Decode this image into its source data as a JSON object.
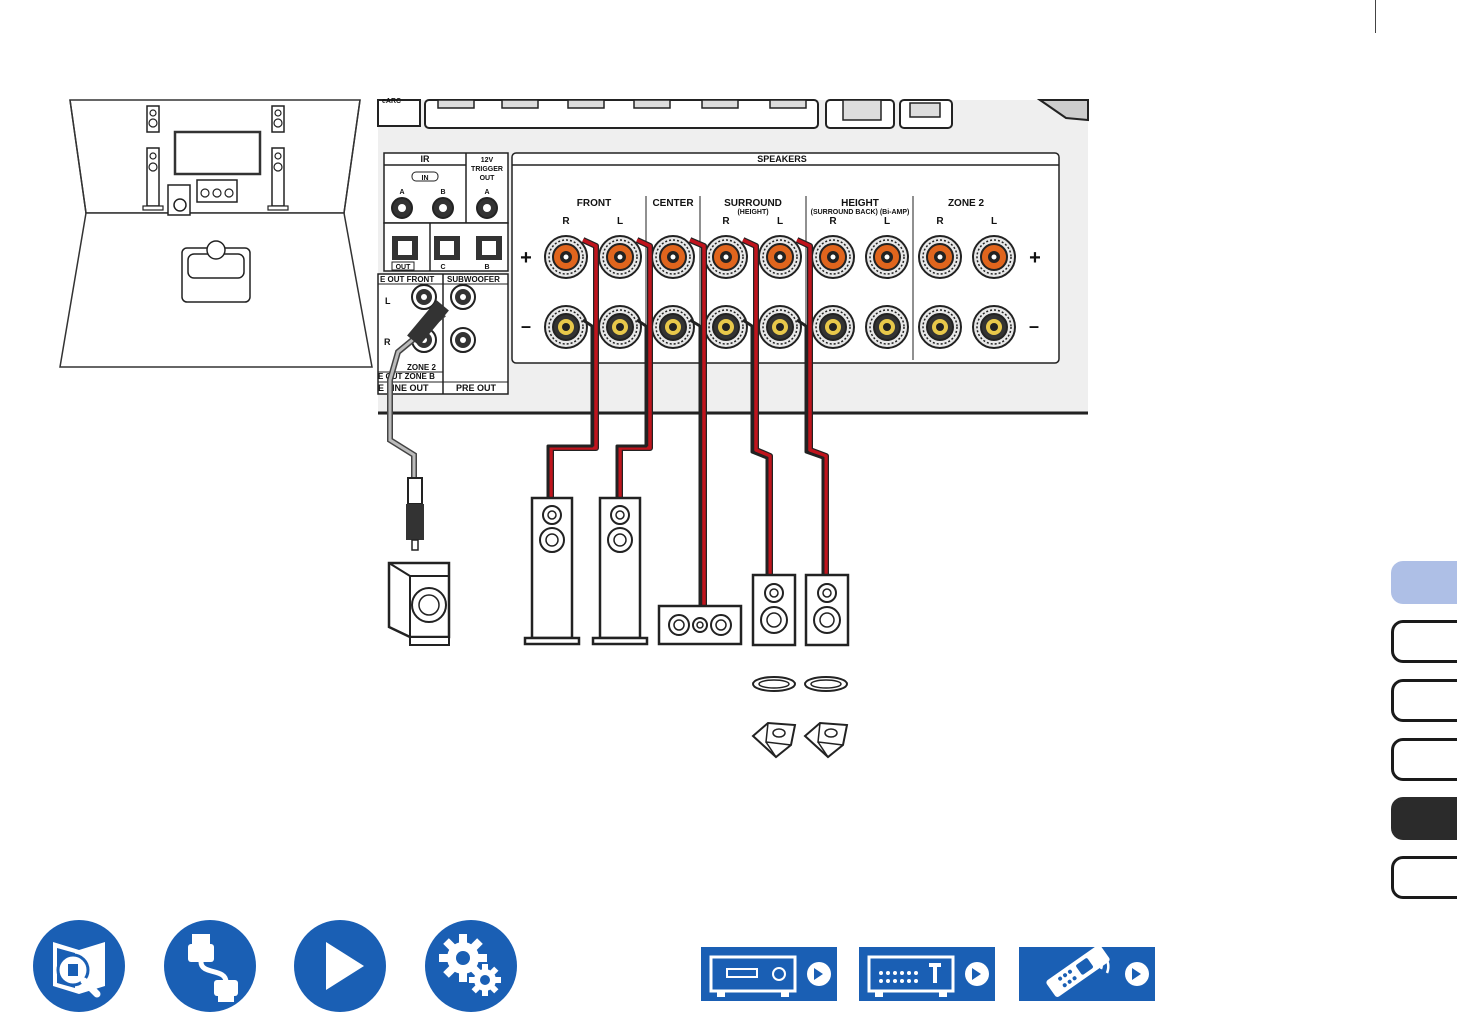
{
  "panel": {
    "ir": "IR",
    "ir_in": "IN",
    "ir_a": "A",
    "ir_b": "B",
    "trigger": [
      "12V",
      "TRIGGER",
      "OUT"
    ],
    "trigger_a": "A",
    "rs_out": "OUT",
    "rs_c": "C",
    "rs_b": "B",
    "line_out_front": "E OUT FRONT",
    "subwoofer": "SUBWOOFER",
    "rl_l": "L",
    "rl_r": "R",
    "zone2": "ZONE 2",
    "zone_b": "E OUT ZONE B",
    "line_out": "E LINE OUT",
    "pre_out": "PRE OUT",
    "speakers": "SPEAKERS",
    "front": "FRONT",
    "center": "CENTER",
    "surround": "SURROUND",
    "surround_sub": "(HEIGHT)",
    "height": "HEIGHT",
    "height_sub": "(SURROUND BACK) (Bi-AMP)",
    "zone2_spk": "ZONE 2",
    "r": "R",
    "l": "L",
    "plus": "+",
    "minus": "–",
    "earc": "eARC"
  },
  "colors": {
    "accent": "#1a5fb4",
    "tab_selected": "#aebfe6",
    "tab_dark": "#2b2b2b",
    "cable_red": "#c0141d",
    "terminal_orange": "#e0651d",
    "terminal_yellow": "#e8c84a"
  },
  "side_tabs": [
    "selected",
    "plain",
    "plain",
    "plain",
    "dark",
    "plain"
  ],
  "nav_icons": [
    "manual-icon",
    "connection-icon",
    "playback-icon",
    "settings-icon"
  ],
  "device_buttons": [
    "front-panel-icon",
    "rear-panel-icon",
    "remote-controller-icon"
  ]
}
